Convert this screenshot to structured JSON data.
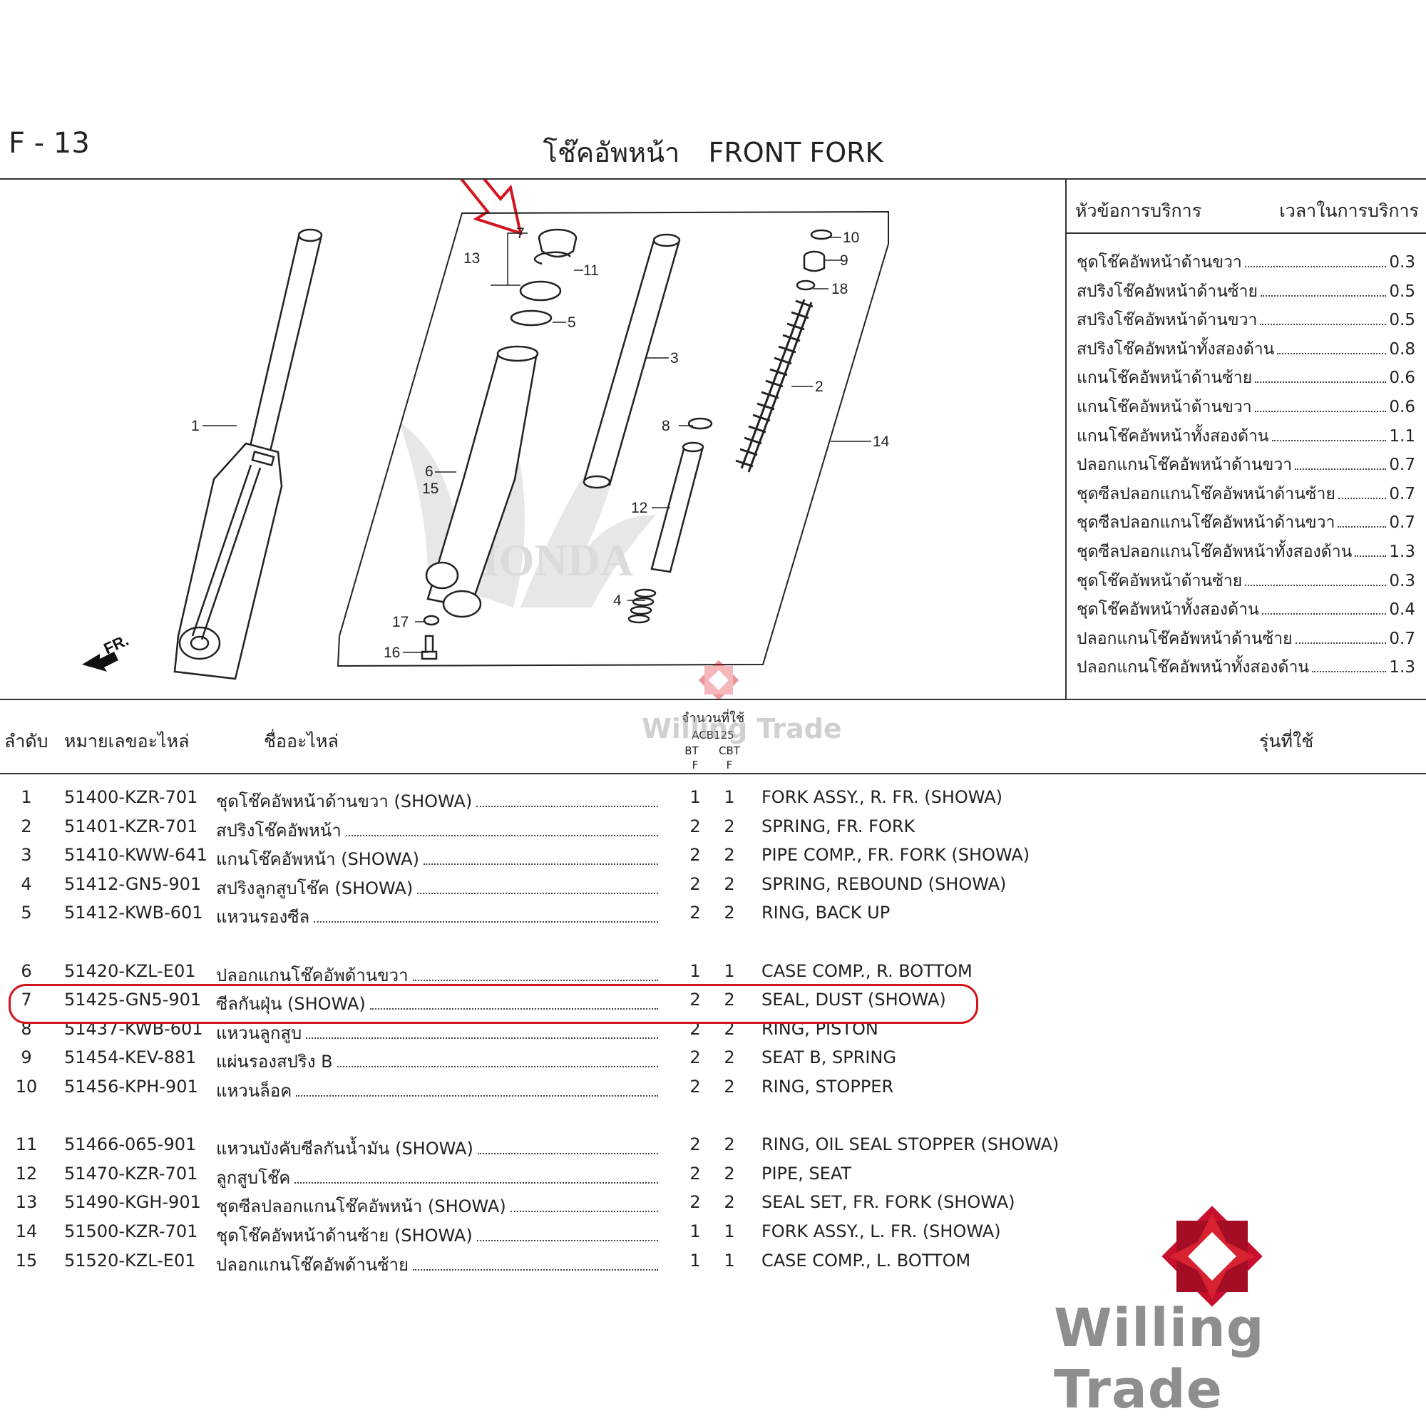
{
  "header": {
    "code": "F - 13",
    "title_th": "โช๊คอัพหน้า",
    "title_en": "FRONT FORK"
  },
  "service": {
    "head_left": "หัวข้อการบริการ",
    "head_right": "เวลาในการบริการ",
    "rows": [
      {
        "name": "ชุดโช๊คอัพหน้าด้านขวา",
        "time": "0.3"
      },
      {
        "name": "สปริงโช๊คอัพหน้าด้านซ้าย",
        "time": "0.5"
      },
      {
        "name": "สปริงโช๊คอัพหน้าด้านขวา",
        "time": "0.5"
      },
      {
        "name": "สปริงโช๊คอัพหน้าทั้งสองด้าน",
        "time": "0.8"
      },
      {
        "name": "แกนโช๊คอัพหน้าด้านซ้าย",
        "time": "0.6"
      },
      {
        "name": "แกนโช๊คอัพหน้าด้านขวา",
        "time": "0.6"
      },
      {
        "name": "แกนโช๊คอัพหน้าทั้งสองด้าน",
        "time": "1.1"
      },
      {
        "name": "ปลอกแกนโช๊คอัพหน้าด้านขวา",
        "time": "0.7"
      },
      {
        "name": "ชุดซีลปลอกแกนโช๊คอัพหน้าด้านซ้าย",
        "time": "0.7"
      },
      {
        "name": "ชุดซีลปลอกแกนโช๊คอัพหน้าด้านขวา",
        "time": "0.7"
      },
      {
        "name": "ชุดซีลปลอกแกนโช๊คอัพหน้าทั้งสองด้าน",
        "time": "1.3"
      },
      {
        "name": "ชุดโช๊คอัพหน้าด้านซ้าย",
        "time": "0.3"
      },
      {
        "name": "ชุดโช๊คอัพหน้าทั้งสองด้าน",
        "time": "0.4"
      },
      {
        "name": "ปลอกแกนโช๊คอัพหน้าด้านซ้าย",
        "time": "0.7"
      },
      {
        "name": "ปลอกแกนโช๊คอัพหน้าทั้งสองด้าน",
        "time": "1.3"
      }
    ]
  },
  "diagram": {
    "front_marker": "FR.",
    "watermark": "HONDA",
    "callouts": [
      "1",
      "2",
      "3",
      "4",
      "5",
      "6",
      "7",
      "8",
      "9",
      "10",
      "11",
      "12",
      "13",
      "14",
      "15",
      "16",
      "17",
      "18"
    ]
  },
  "parts_header": {
    "col_no": "ลำดับ",
    "col_part_number": "หมายเลขอะไหล่",
    "col_name": "ชื่ออะไหล่",
    "col_qty": "จำนวนที่ใช้",
    "qty_model": "ACB125",
    "qty_variant_1": "BT",
    "qty_variant_1_sub": "F",
    "qty_variant_2": "CBT",
    "qty_variant_2_sub": "F",
    "col_models": "รุ่นที่ใช้"
  },
  "parts": [
    {
      "no": "1",
      "part_number": "51400-KZR-701",
      "name_th": "ชุดโช๊คอัพหน้าด้านขวา (SHOWA)",
      "q1": "1",
      "q2": "1",
      "name_en": "FORK ASSY., R. FR. (SHOWA)"
    },
    {
      "no": "2",
      "part_number": "51401-KZR-701",
      "name_th": "สปริงโช๊คอัพหน้า",
      "q1": "2",
      "q2": "2",
      "name_en": "SPRING, FR. FORK"
    },
    {
      "no": "3",
      "part_number": "51410-KWW-641",
      "name_th": "แกนโช๊คอัพหน้า (SHOWA)",
      "q1": "2",
      "q2": "2",
      "name_en": "PIPE COMP., FR. FORK (SHOWA)"
    },
    {
      "no": "4",
      "part_number": "51412-GN5-901",
      "name_th": "สปริงลูกสูบโช๊ค (SHOWA)",
      "q1": "2",
      "q2": "2",
      "name_en": "SPRING, REBOUND (SHOWA)"
    },
    {
      "no": "5",
      "part_number": "51412-KWB-601",
      "name_th": "แหวนรองซีล",
      "q1": "2",
      "q2": "2",
      "name_en": "RING, BACK UP"
    },
    {
      "no": "6",
      "part_number": "51420-KZL-E01",
      "name_th": "ปลอกแกนโช๊คอัพด้านขวา",
      "q1": "1",
      "q2": "1",
      "name_en": "CASE COMP., R. BOTTOM"
    },
    {
      "no": "7",
      "part_number": "51425-GN5-901",
      "name_th": "ซีลกันฝุ่น (SHOWA)",
      "q1": "2",
      "q2": "2",
      "name_en": "SEAL, DUST (SHOWA)"
    },
    {
      "no": "8",
      "part_number": "51437-KWB-601",
      "name_th": "แหวนลูกสูบ",
      "q1": "2",
      "q2": "2",
      "name_en": "RING, PISTON"
    },
    {
      "no": "9",
      "part_number": "51454-KEV-881",
      "name_th": "แผ่นรองสปริง B",
      "q1": "2",
      "q2": "2",
      "name_en": "SEAT B, SPRING"
    },
    {
      "no": "10",
      "part_number": "51456-KPH-901",
      "name_th": "แหวนล็อค",
      "q1": "2",
      "q2": "2",
      "name_en": "RING, STOPPER"
    },
    {
      "no": "11",
      "part_number": "51466-065-901",
      "name_th": "แหวนบังคับซีลกันน้ำมัน (SHOWA)",
      "q1": "2",
      "q2": "2",
      "name_en": "RING, OIL SEAL STOPPER (SHOWA)"
    },
    {
      "no": "12",
      "part_number": "51470-KZR-701",
      "name_th": "ลูกสูบโช๊ค",
      "q1": "2",
      "q2": "2",
      "name_en": "PIPE, SEAT"
    },
    {
      "no": "13",
      "part_number": "51490-KGH-901",
      "name_th": "ชุดซีลปลอกแกนโช๊คอัพหน้า (SHOWA)",
      "q1": "2",
      "q2": "2",
      "name_en": "SEAL SET, FR. FORK (SHOWA)"
    },
    {
      "no": "14",
      "part_number": "51500-KZR-701",
      "name_th": "ชุดโช๊คอัพหน้าด้านซ้าย (SHOWA)",
      "q1": "1",
      "q2": "1",
      "name_en": "FORK ASSY., L. FR. (SHOWA)"
    },
    {
      "no": "15",
      "part_number": "51520-KZL-E01",
      "name_th": "ปลอกแกนโช๊คอัพด้านซ้าย",
      "q1": "1",
      "q2": "1",
      "name_en": "CASE COMP., L. BOTTOM"
    }
  ],
  "watermark_text": "Willing Trade",
  "logo_text": "Willing Trade",
  "colors": {
    "highlight": "#d4141e",
    "logo_red": "#c8102e",
    "logo_gray": "#8e8e8e"
  }
}
